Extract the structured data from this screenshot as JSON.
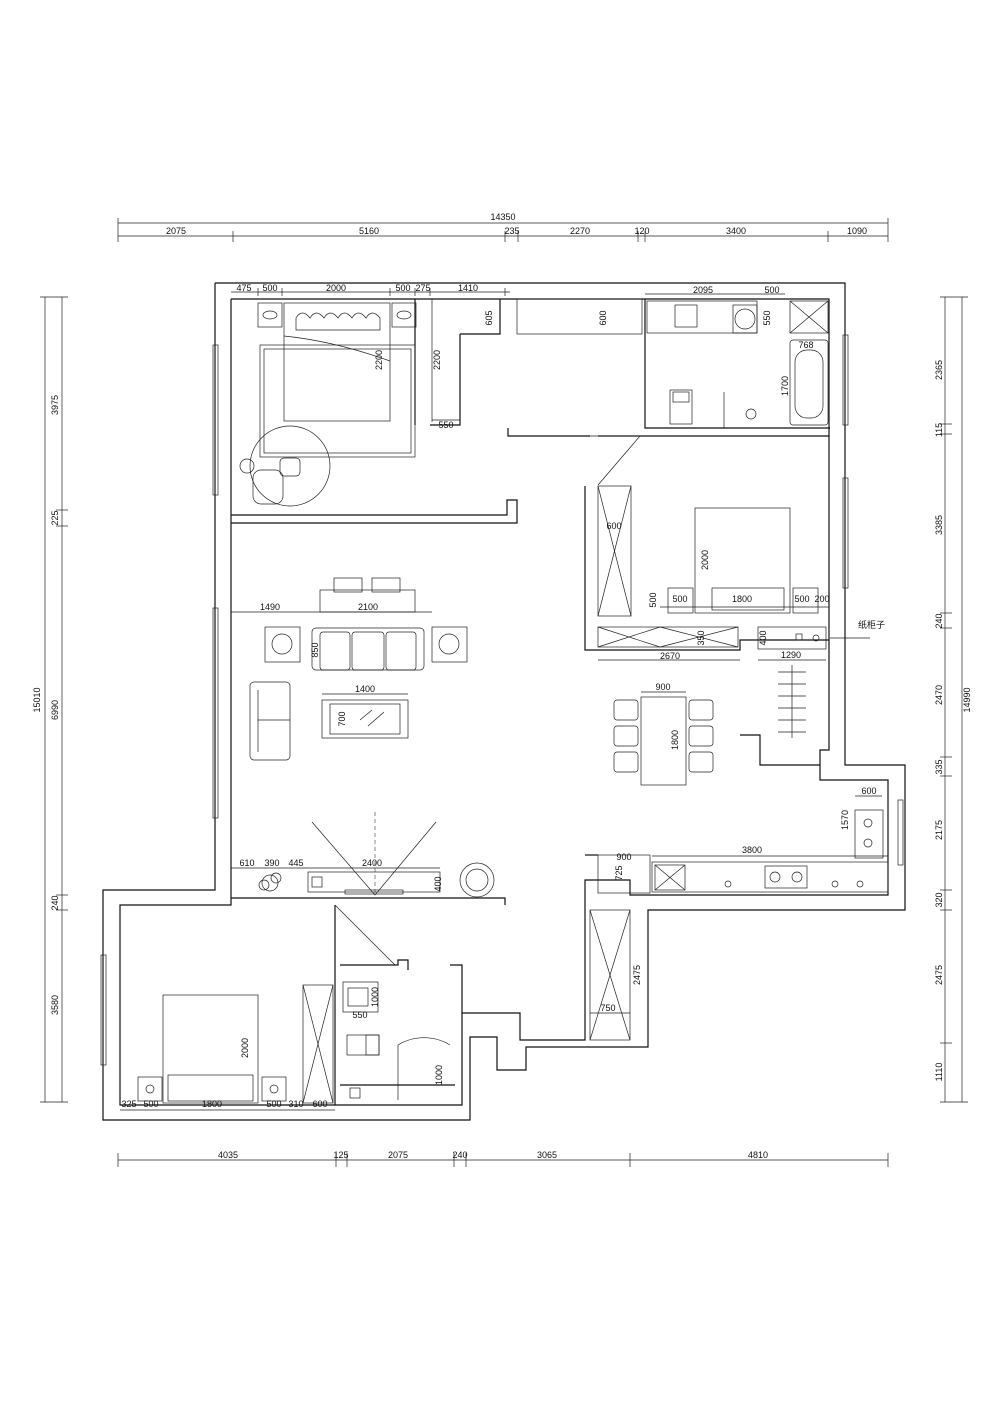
{
  "dimensions": {
    "top_total": "14350",
    "top": [
      "2075",
      "5160",
      "235",
      "2270",
      "120",
      "3400",
      "1090"
    ],
    "bottom": [
      "4035",
      "125",
      "2075",
      "240",
      "3065",
      "4810"
    ],
    "left_total": "15010",
    "left": [
      "3975",
      "225",
      "6990",
      "240",
      "3580"
    ],
    "right_total": "14990",
    "right": [
      "2365",
      "115",
      "3385",
      "240",
      "2470",
      "335",
      "2175",
      "320",
      "2475",
      "1110"
    ]
  },
  "interior_dims": {
    "mb_top": [
      "475",
      "500",
      "2000",
      "500",
      "275",
      "1410"
    ],
    "mb_bed_len": "2200",
    "mb_closet_len": "2200",
    "mb_closet_w": "550",
    "corridor_cab": "605",
    "top_cab": "600",
    "bath_counter": "2095",
    "bath_500": "500",
    "bath_550": "550",
    "tub_w": "768",
    "tub_len": "1700",
    "sb_wardrobe": "600",
    "sb_bed_len": "2000",
    "sb_row": [
      "500",
      "500",
      "1800",
      "500",
      "200"
    ],
    "sb_350": "350",
    "sb_cab": "2670",
    "shoe_400": "400",
    "shoe_1290": "1290",
    "shoe_label": "纸柜子",
    "lr_1490": "1490",
    "sofa_w": "2100",
    "sofa_d": "850",
    "table_w": "1400",
    "table_d": "700",
    "dining_w": "900",
    "dining_len": "1800",
    "tv_row": [
      "610",
      "390",
      "445",
      "2400"
    ],
    "tv_400": "400",
    "kit_sink": "600",
    "kit_1570": "1570",
    "kit_fridge": "900",
    "kit_725": "725",
    "kit_counter": "3800",
    "bal_2475": "2475",
    "bal_750": "750",
    "b3_bed_len": "2000",
    "b3_row": [
      "325",
      "500",
      "1800",
      "500",
      "310",
      "600"
    ],
    "wc_1000": "1000",
    "wc_550": "550",
    "shower_1000": "1000"
  }
}
